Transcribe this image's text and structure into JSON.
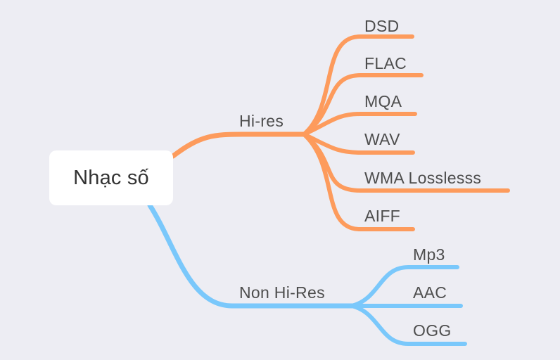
{
  "root": {
    "label": "Nhạc số"
  },
  "colors": {
    "background": "#ededf3",
    "hi_res": "#fd9b5c",
    "non_hi_res": "#7ac8fb",
    "root_fill": "#ffffff",
    "text": "#4d4d4d"
  },
  "branches": [
    {
      "label": "Hi-res",
      "color": "#fd9b5c",
      "children": [
        "DSD",
        "FLAC",
        "MQA",
        "WAV",
        "WMA Losslesss",
        "AIFF"
      ]
    },
    {
      "label": "Non Hi-Res",
      "color": "#7ac8fb",
      "children": [
        "Mp3",
        "AAC",
        "OGG"
      ]
    }
  ]
}
